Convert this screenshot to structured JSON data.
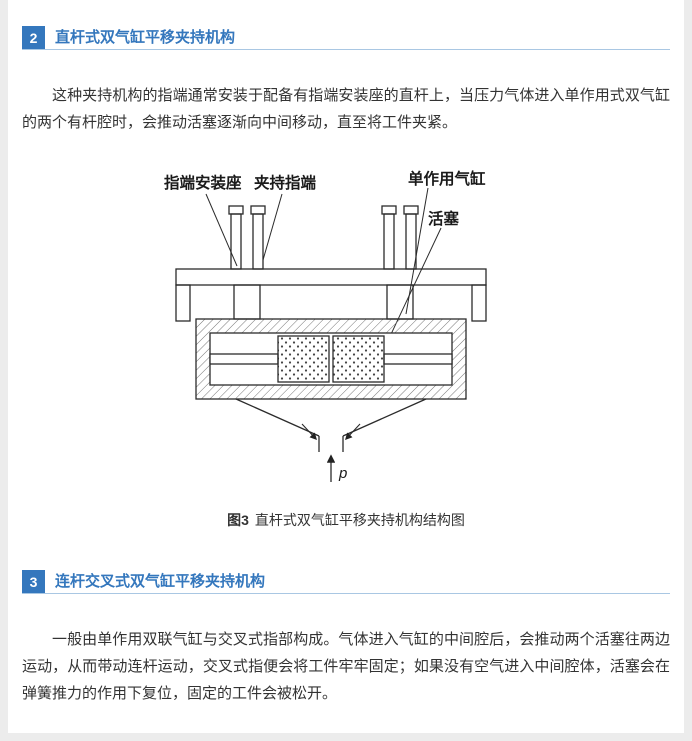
{
  "colors": {
    "accent": "#3477bd",
    "header_rule": "#a9c7e3",
    "body_text": "#333333",
    "page_frame": "#ececec"
  },
  "sections": [
    {
      "number": "2",
      "title": "直杆式双气缸平移夹持机构",
      "paragraph": "这种夹持机构的指端通常安装于配备有指端安装座的直杆上，当压力气体进入单作用式双气缸的两个有杆腔时，会推动活塞逐渐向中间移动，直至将工件夹紧。"
    },
    {
      "number": "3",
      "title": "连杆交叉式双气缸平移夹持机构",
      "paragraph": "一般由单作用双联气缸与交叉式指部构成。气体进入气缸的中间腔后，会推动两个活塞往两边运动，从而带动连杆运动，交叉式指便会将工件牢牢固定；如果没有空气进入中间腔体，活塞会在弹簧推力的作用下复位，固定的工件会被松开。"
    }
  ],
  "figure": {
    "labels": {
      "mount": "指端安装座",
      "finger": "夹持指端",
      "cylinder": "单作用气缸",
      "piston": "活塞",
      "pressure": "p"
    },
    "caption": {
      "tag": "图3",
      "text": "直杆式双气缸平移夹持机构结构图"
    }
  }
}
